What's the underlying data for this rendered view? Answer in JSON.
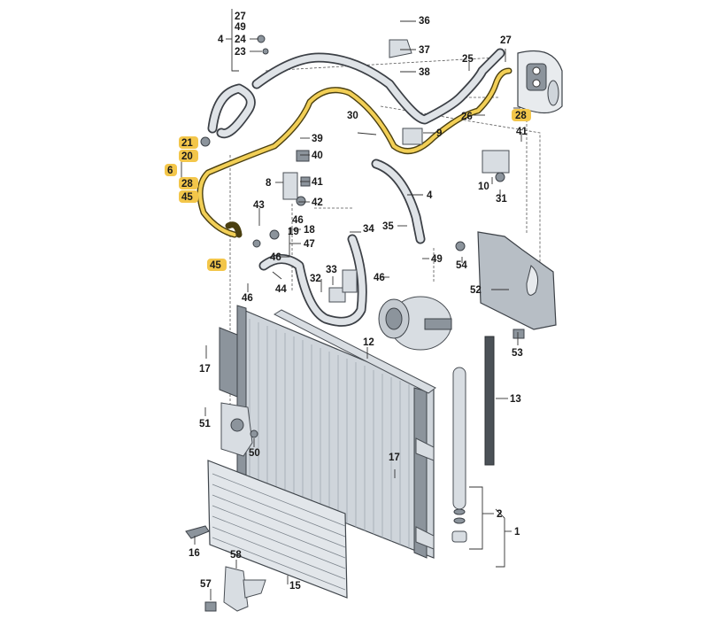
{
  "diagram": {
    "labels": {
      "p1": "1",
      "p2": "2",
      "p4a": "4",
      "p4b": "4",
      "p6": "6",
      "p8": "8",
      "p9": "9",
      "p10": "10",
      "p12": "12",
      "p13": "13",
      "p15": "15",
      "p16": "16",
      "p17a": "17",
      "p17b": "17",
      "p18": "18",
      "p19": "19",
      "p20": "20",
      "p21": "21",
      "p23": "23",
      "p24": "24",
      "p25": "25",
      "p26": "26",
      "p27a": "27",
      "p27b": "27",
      "p28a": "28",
      "p28b": "28",
      "p30": "30",
      "p31": "31",
      "p32": "32",
      "p33": "33",
      "p34": "34",
      "p35": "35",
      "p36": "36",
      "p37": "37",
      "p38": "38",
      "p39": "39",
      "p40": "40",
      "p41a": "41",
      "p41b": "41",
      "p42": "42",
      "p43": "43",
      "p44": "44",
      "p45a": "45",
      "p45b": "45",
      "p46a": "46",
      "p46b": "46",
      "p46c": "46",
      "p47": "47",
      "p49a": "49",
      "p49b": "49",
      "p50": "50",
      "p51": "51",
      "p52": "52",
      "p53": "53",
      "p54": "54",
      "p57": "57",
      "p58": "58"
    },
    "highlight_color": "#f3c64a",
    "pipe_highlight_color": "#f2cf56"
  }
}
